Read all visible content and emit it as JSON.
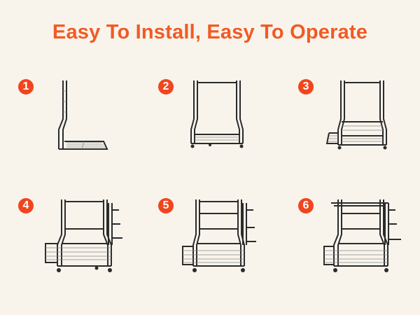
{
  "title": "Easy To Install, Easy To Operate",
  "accent_color": "#f15a24",
  "background_color": "#f8f4ec",
  "steps": [
    {
      "number": "1"
    },
    {
      "number": "2"
    },
    {
      "number": "3"
    },
    {
      "number": "4"
    },
    {
      "number": "5"
    },
    {
      "number": "6"
    }
  ]
}
